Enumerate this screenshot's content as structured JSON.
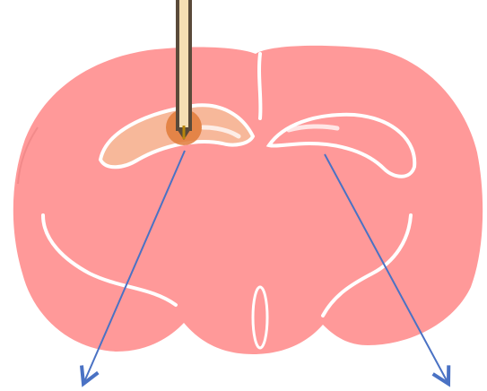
{
  "diagram": {
    "subject": "coronal-brain-section-with-probe",
    "colors": {
      "tissue": "#FF9999",
      "outline": "#FFFFFF",
      "injection_region": "#F7B89A",
      "injection_site": "#E07A38",
      "probe_shaft": "#F5DEB3",
      "probe_border": "#5A4A3A",
      "probe_core": "#B8860B",
      "arrows": "#4A72C4",
      "background": "#FFFFFF"
    },
    "elements": [
      "brain-section",
      "left-ventricle",
      "right-ventricle",
      "third-ventricle",
      "injection-region",
      "injection-site",
      "probe",
      "left-arrow",
      "right-arrow"
    ],
    "arrows": [
      {
        "name": "left-arrow",
        "from": "injection-site",
        "direction": "down-left"
      },
      {
        "name": "right-arrow",
        "from": "right-ventricle",
        "direction": "down-right"
      }
    ]
  }
}
